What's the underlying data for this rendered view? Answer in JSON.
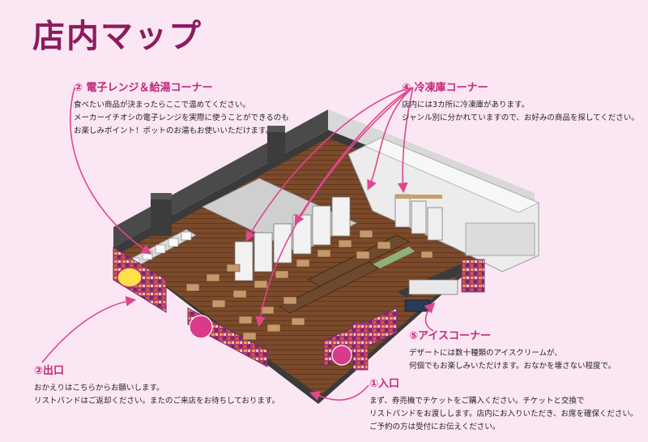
{
  "title": "店内マップ",
  "annotations": {
    "microwave": {
      "title": "② 電子レンジ＆給湯コーナー",
      "lines": [
        "食べたい商品が決まったらここで温めてください。",
        "メーカーイチオシの電子レンジを実際に使うことができるのも",
        "お楽しみポイント！ポットのお湯もお使いいただけます。"
      ]
    },
    "fridge": {
      "title": "④ 冷凍庫コーナー",
      "lines": [
        "店内には3カ所に冷凍庫があります。",
        "ジャンル別に分かれていますので、お好みの商品を探してください。"
      ]
    },
    "ice": {
      "title": "⑤アイスコーナー",
      "lines": [
        "デザートには数十種類のアイスクリームが、",
        "何個でもお楽しみいただけます。おなかを壊さない程度で。"
      ]
    },
    "exit": {
      "title": "②出口",
      "lines": [
        "おかえりはこちらからお願いします。",
        "リストバンドはご返却ください。またのご来店をお待ちしております。"
      ]
    },
    "entrance": {
      "title": "①入口",
      "lines": [
        "まず、券売機でチケットをご購入ください。チケットと交換で",
        "リストバンドをお渡しします。店内にお入りいただき、お席を確保ください。",
        "ご予約の方は受付にお伝えください。"
      ]
    }
  },
  "colors": {
    "background": "#fbe7f3",
    "title": "#8c1b5f",
    "accent": "#c2277a",
    "arrow": "#e0468f"
  }
}
